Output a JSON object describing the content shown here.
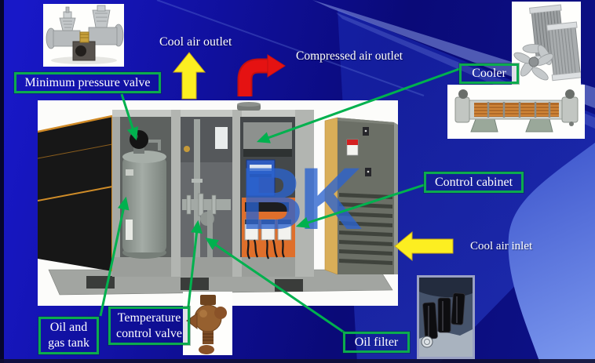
{
  "slide": {
    "flow_labels": {
      "cool_air_outlet": "Cool air outlet",
      "compressed_air_outlet": "Compressed air outlet",
      "cool_air_inlet": "Cool air inlet"
    },
    "component_labels": {
      "minimum_pressure_valve": "Minimum pressure valve",
      "cooler": "Cooler",
      "control_cabinet": "Control cabinet",
      "oil_and_gas_tank": {
        "line1": "Oil and",
        "line2": "gas tank"
      },
      "temperature_control_valve": {
        "line1": "Temperature",
        "line2": "control valve"
      },
      "oil_filter": "Oil filter"
    },
    "watermark": "BK",
    "images": {
      "top_left": "minimum-pressure-valve-photo",
      "top_right_upper": "cooler-radiator-fan-photo",
      "top_right_lower": "shell-tube-cooler-photo",
      "bottom_right": "oil-filter-photo",
      "bottom_center": "temperature-control-valve-photo",
      "center": "screw-air-compressor-open-cabinet-photo"
    },
    "colors": {
      "label_border_green": "#0cab4e",
      "connector_green": "#00b14e",
      "flow_arrow_yellow": "#fcee21",
      "flow_arrow_red": "#e51212",
      "background_navy": "#0a0a78",
      "background_bright_blue": "#1717c6",
      "background_light_corner": "#7494f2",
      "watermark_blue": "#2b63cf"
    }
  }
}
